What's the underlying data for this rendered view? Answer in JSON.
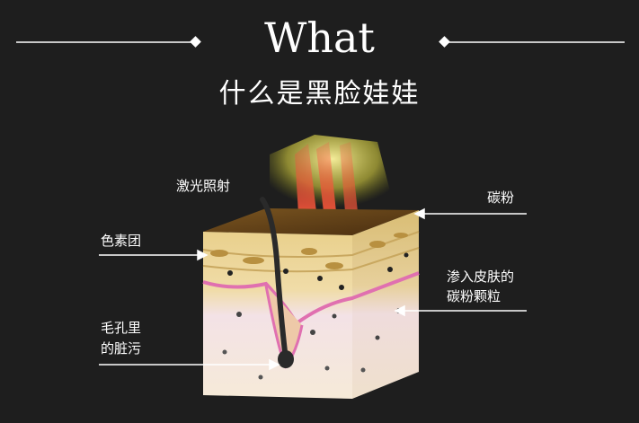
{
  "header": {
    "title_en": "What",
    "title_cn": "什么是黑脸娃娃"
  },
  "labels": {
    "laser": "激光照射",
    "carbon": "碳粉",
    "pigment": "色素团",
    "particles_line1": "渗入皮肤的",
    "particles_line2": "碳粉颗粒",
    "pore_line1": "毛孔里",
    "pore_line2": "的脏污"
  },
  "colors": {
    "background": "#1e1e1e",
    "laser_beam": "#e8e060",
    "carbon_layer": "#5a3a14",
    "epidermis": "#e8cf8a",
    "dermis": "#f4e6d8",
    "basal_line": "#e070b0",
    "hair": "#2a2a2a"
  }
}
